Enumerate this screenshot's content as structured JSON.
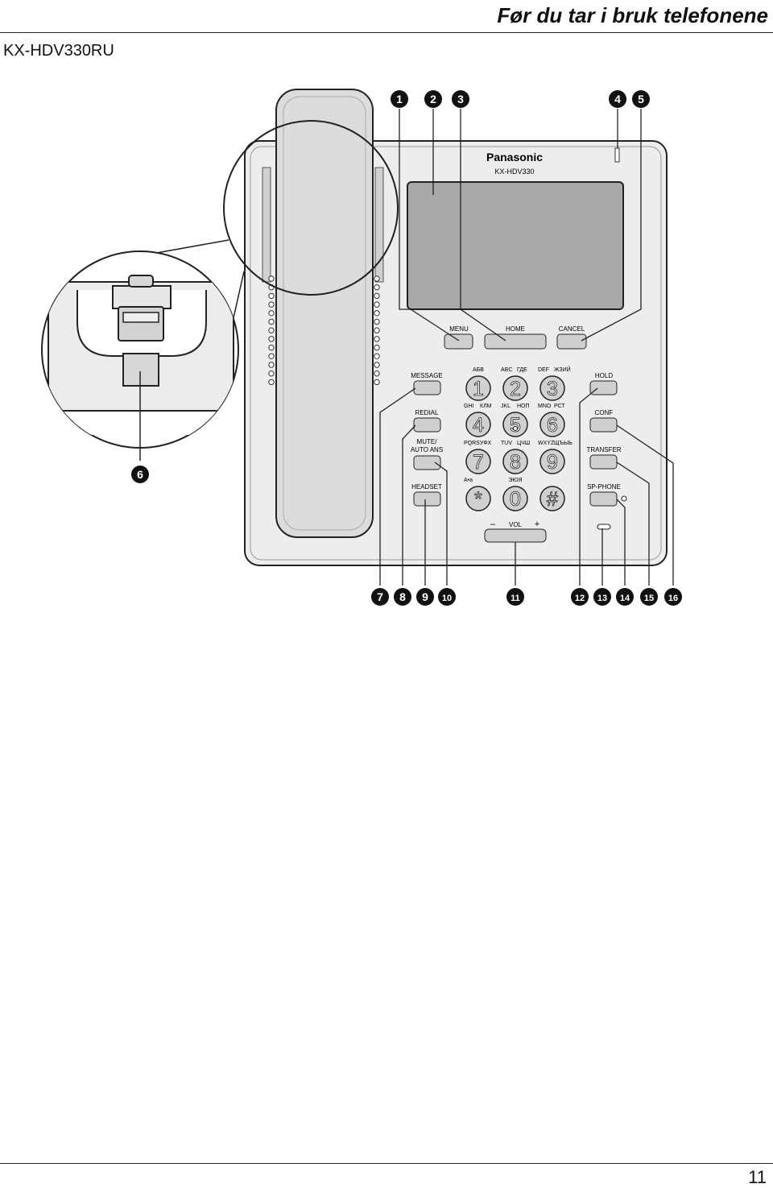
{
  "header": {
    "title": "Før du tar i bruk telefonene",
    "model": "KX-HDV330RU"
  },
  "phone": {
    "brand": "Panasonic",
    "model": "KX-HDV330",
    "nav_buttons": [
      "MENU",
      "HOME",
      "CANCEL"
    ],
    "left_buttons": [
      "MESSAGE",
      "REDIAL",
      "MUTE/",
      "AUTO ANS",
      "HEADSET"
    ],
    "right_buttons": [
      "HOLD",
      "CONF",
      "TRANSFER",
      "SP-PHONE"
    ],
    "keypad": [
      {
        "digit": "1",
        "latin": "",
        "cyr": "АБВ"
      },
      {
        "digit": "2",
        "latin": "ABC",
        "cyr": "ГДЕ"
      },
      {
        "digit": "3",
        "latin": "DEF",
        "cyr": "ЖЗИЙ"
      },
      {
        "digit": "4",
        "latin": "GHI",
        "cyr": "КЛМ"
      },
      {
        "digit": "5",
        "latin": "JKL",
        "cyr": "НОП"
      },
      {
        "digit": "6",
        "latin": "MNO",
        "cyr": "РСТ"
      },
      {
        "digit": "7",
        "latin": "PQRS",
        "cyr": "УФХ"
      },
      {
        "digit": "8",
        "latin": "TUV",
        "cyr": "ЦЧШ"
      },
      {
        "digit": "9",
        "latin": "WXYZ",
        "cyr": "ЩЪЫЬ"
      },
      {
        "digit": "*",
        "latin": "A•a",
        "cyr": ""
      },
      {
        "digit": "0",
        "latin": "",
        "cyr": "ЭЮЯ"
      },
      {
        "digit": "#",
        "latin": "",
        "cyr": ""
      }
    ],
    "volume": {
      "minus": "–",
      "label": "VOL",
      "plus": "+"
    }
  },
  "callouts_top": [
    "1",
    "2",
    "3",
    "4",
    "5"
  ],
  "callout_side": "6",
  "callouts_bottom": [
    "7",
    "8",
    "9",
    "10",
    "11",
    "12",
    "13",
    "14",
    "15",
    "16"
  ],
  "footer": {
    "page_number": "11"
  }
}
